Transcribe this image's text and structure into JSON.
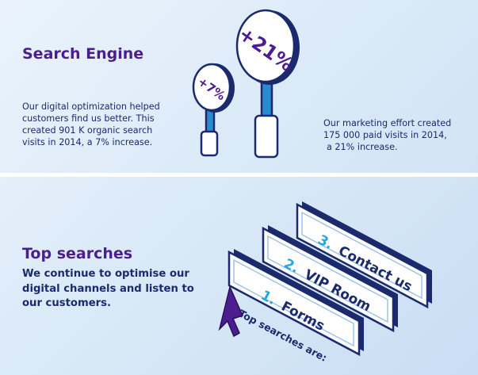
{
  "search_engine": {
    "title": "Search Engine",
    "organic_lines": [
      "Our digital optimization helped",
      "customers find us better. This",
      "created 901 K organic search",
      "visits in 2014, a 7% increase."
    ],
    "paid_lines": [
      "Our marketing effort created",
      "175 000 paid visits in 2014,",
      "a 21% increase."
    ],
    "small_magnifier_label": "+7%",
    "large_magnifier_label": "+21%"
  },
  "top_searches": {
    "title": "Top searches",
    "lead_lines": [
      "We continue to optimise our",
      "digital channels and listen to",
      "our customers."
    ],
    "caption": "Top searches are:",
    "items": [
      {
        "number": "1.",
        "label": "Forms"
      },
      {
        "number": "2.",
        "label": "VIP Room"
      },
      {
        "number": "3.",
        "label": "Contact us"
      }
    ]
  },
  "colors": {
    "purple": "#4b1d8f",
    "navy": "#1a2a6c",
    "blue": "#1f4fb5",
    "cyan": "#27a7d8",
    "background": "#dbeaf8"
  },
  "icons": [
    "magnifier-icon",
    "mouse-cursor-icon"
  ]
}
